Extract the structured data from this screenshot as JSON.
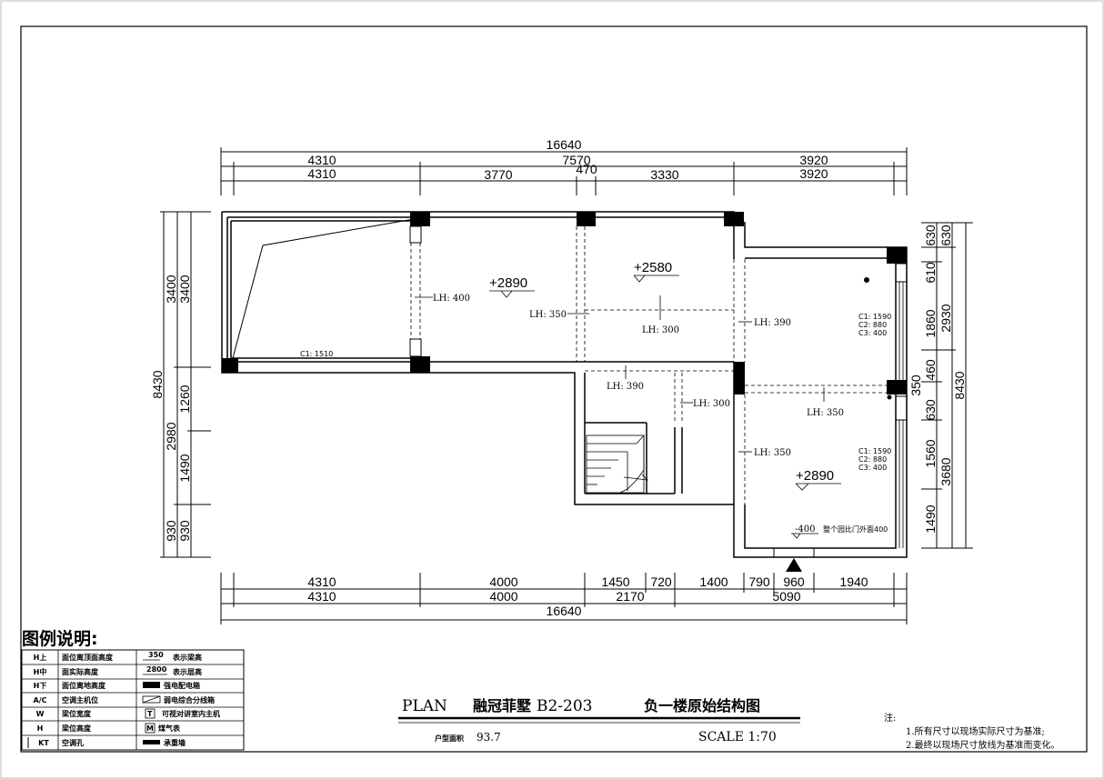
{
  "dims": {
    "top_total": "16640",
    "top_row1": [
      "4310",
      "7570",
      "3920"
    ],
    "top_row2": [
      "4310",
      "3770",
      "470",
      "3330",
      "3920"
    ],
    "bottom_row1": [
      "4310",
      "4000",
      "1450",
      "720",
      "1400",
      "790",
      "960",
      "1940"
    ],
    "bottom_row2": [
      "4310",
      "4000",
      "2170",
      "5090"
    ],
    "bottom_total": "16640",
    "left_outer": "8430",
    "left_mid": [
      "3400",
      "2980",
      "930"
    ],
    "left_inner": [
      "3400",
      "1260",
      "1490",
      "930"
    ],
    "right_inner": [
      "630",
      "610",
      "1860",
      "460",
      "630",
      "1560",
      "1490"
    ],
    "right_mid": [
      "630",
      "2930",
      "3680"
    ],
    "right_outer": "8430",
    "right_extra": "350"
  },
  "levels": [
    "+2890",
    "+2580",
    "+2890"
  ],
  "beams": [
    "LH: 400",
    "LH: 350",
    "LH: 300",
    "LH: 390",
    "LH: 390",
    "LH: 300",
    "LH: 350",
    "LH: 350"
  ],
  "window_c1": "C1: 1510",
  "window_group1": [
    "C1: 1590",
    "C2: 880",
    "C3: 400"
  ],
  "window_group2": [
    "C1: 1590",
    "C2: 880",
    "C3: 400"
  ],
  "bottom_level": "-400",
  "bottom_note": "整个园比门外面400",
  "legend": {
    "title": "图例说明:",
    "rows": [
      {
        "code": "H上",
        "desc": "面位离顶面高度",
        "sym_text": "350",
        "sym_desc": "表示梁高"
      },
      {
        "code": "H中",
        "desc": "面实际高度",
        "sym_text": "2800",
        "sym_desc": "表示层高"
      },
      {
        "code": "H下",
        "desc": "面位离地高度",
        "sym_text": "",
        "sym_desc": "强电配电箱"
      },
      {
        "code": "A/C",
        "desc": "空调主机位",
        "sym_text": "",
        "sym_desc": "弱电综合分线箱"
      },
      {
        "code": "W",
        "desc": "梁位宽度",
        "sym_text": "T",
        "sym_desc": "可视对讲室内主机"
      },
      {
        "code": "H",
        "desc": "梁位高度",
        "sym_text": "M",
        "sym_desc": "煤气表"
      },
      {
        "code": "KT",
        "desc": "空调孔",
        "sym_text": "",
        "sym_desc": "承重墙"
      }
    ]
  },
  "title_block": {
    "plan": "PLAN",
    "project": "融冠菲墅",
    "unit": "B2-203",
    "drawing": "负一楼原始结构图",
    "area_label": "户型面积",
    "area_value": "93.7",
    "scale": "SCALE 1:70"
  },
  "notes": {
    "head": "注:",
    "lines": [
      "1.所有尺寸以现场实际尺寸为基准;",
      "2.最终以现场尺寸放线为基准而变化。"
    ]
  }
}
